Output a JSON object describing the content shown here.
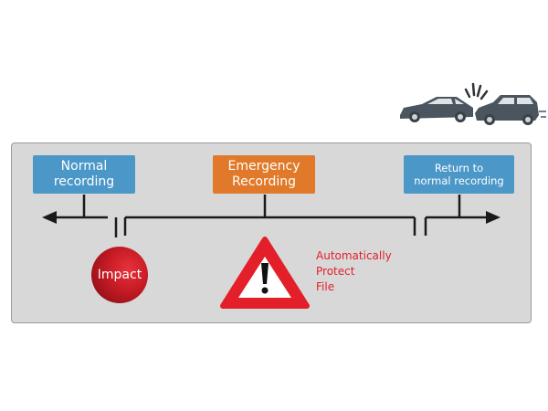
{
  "boxes": {
    "normal": {
      "line1": "Normal",
      "line2": "recording"
    },
    "emergency": {
      "line1": "Emergency",
      "line2": "Recording"
    },
    "return_normal": {
      "line1": "Return to",
      "line2": "normal recording"
    }
  },
  "impact_label": "Impact",
  "protect_note": {
    "line1": "Automatically",
    "line2": "Protect",
    "line3": "File"
  },
  "icons": {
    "warning": "warning-triangle-icon",
    "collision": "car-collision-icon"
  },
  "colors": {
    "blue_box": "#4a97c8",
    "orange_box": "#e07a2a",
    "impact_red": "#c41a24",
    "protect_text": "#e3202a",
    "panel_bg": "#d8d8d8"
  }
}
